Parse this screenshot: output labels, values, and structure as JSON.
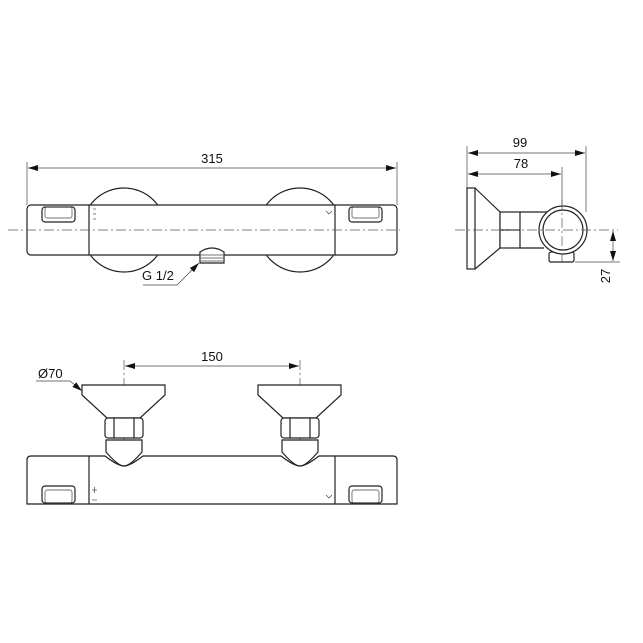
{
  "drawing": {
    "front_view": {
      "overall_length": "315",
      "outlet_thread": "G 1/2"
    },
    "side_view": {
      "depth_total": "99",
      "depth_to_axis": "78",
      "outlet_offset": "27"
    },
    "top_view": {
      "inlet_spacing": "150",
      "rosette_diameter": "Ø70"
    }
  }
}
